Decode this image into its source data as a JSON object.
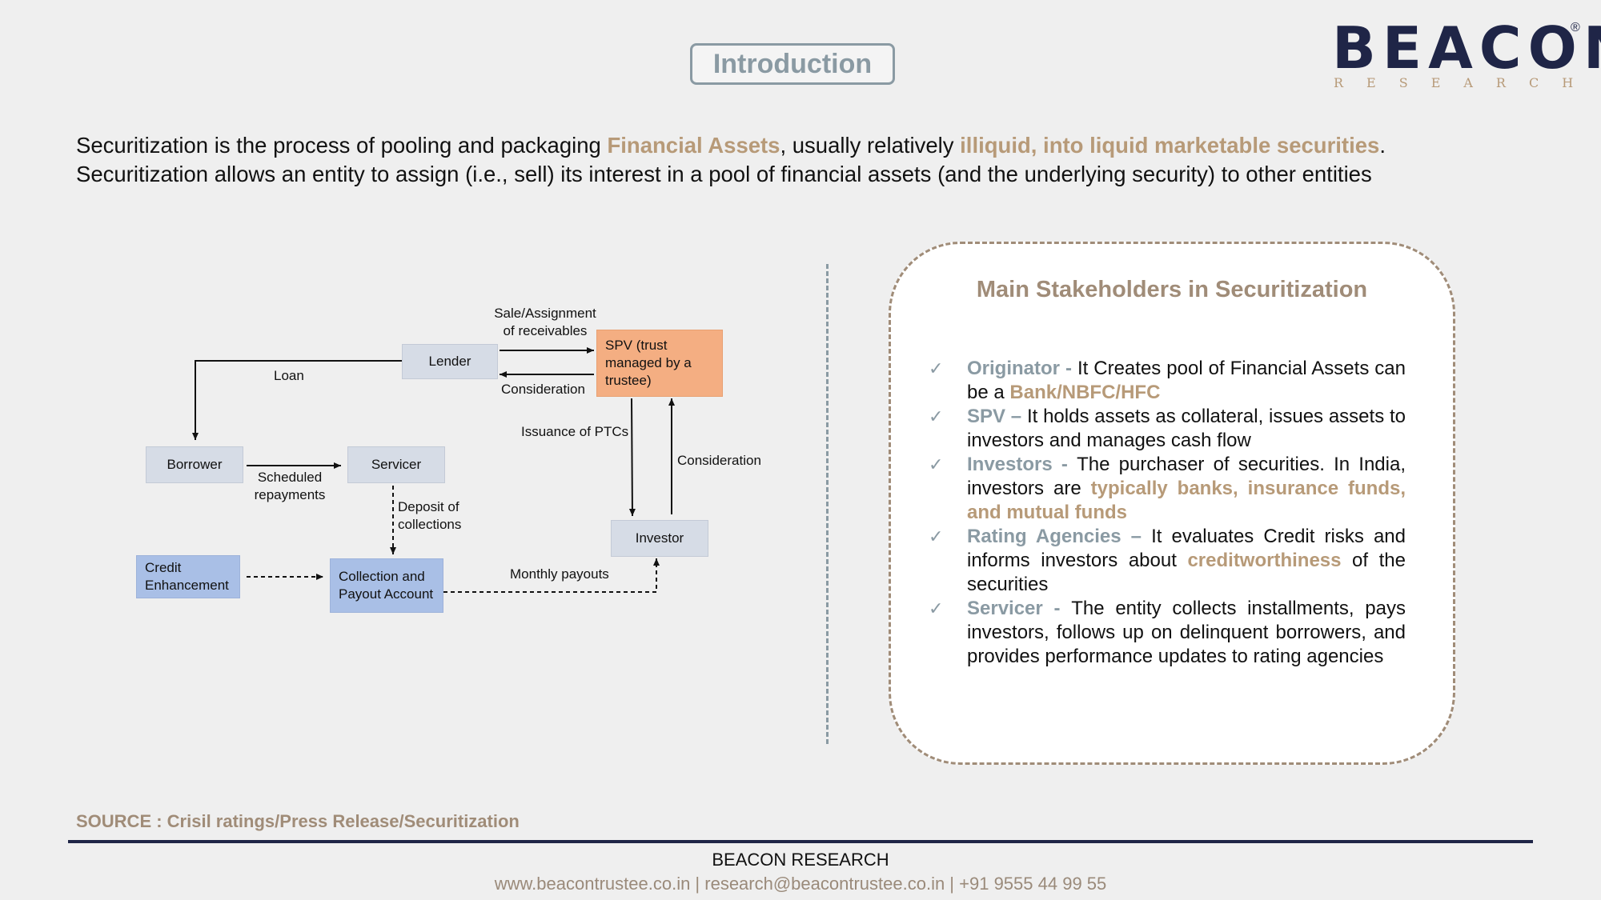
{
  "header": {
    "title": "Introduction"
  },
  "logo": {
    "word": "BEACON",
    "sub": "RESEARCH",
    "reg": "®"
  },
  "intro": {
    "l1_a": "Securitization is the process of pooling and packaging ",
    "l1_hl1": "Financial Assets",
    "l1_b": ", usually relatively ",
    "l1_hl2": "illiquid, into liquid marketable securities",
    "l1_c": ".",
    "l2": "Securitization allows an entity to assign (i.e., sell) its interest in a pool of financial assets (and the underlying security) to other entities"
  },
  "diagram": {
    "nodes": {
      "lender": "Lender",
      "spv": "SPV (trust managed by a trustee)",
      "borrower": "Borrower",
      "servicer": "Servicer",
      "investor": "Investor",
      "credit": "Credit Enhancement",
      "collection": "Collection and Payout Account"
    },
    "labels": {
      "sale": "Sale/Assignment of receivables",
      "consideration1": "Consideration",
      "loan": "Loan",
      "scheduled": "Scheduled repayments",
      "issuance": "Issuance of PTCs",
      "consideration2": "Consideration",
      "deposit": "Deposit of collections",
      "monthly": "Monthly payouts"
    }
  },
  "stakeholders": {
    "title": "Main Stakeholders in Securitization",
    "check": "✓",
    "items": [
      {
        "term": "Originator - ",
        "text": "It Creates pool of Financial Assets can be a ",
        "hl": "Bank/NBFC/HFC",
        "after": ""
      },
      {
        "term": "SPV – ",
        "text": "It holds assets as collateral, issues assets to investors and manages cash flow",
        "hl": "",
        "after": ""
      },
      {
        "term": "Investors - ",
        "text": "The purchaser of securities. In India, investors are ",
        "hl": "typically banks, insurance funds, and mutual funds",
        "after": ""
      },
      {
        "term": "Rating Agencies – ",
        "text": "It evaluates Credit risks and informs investors about ",
        "hl": "creditworthiness",
        "after": " of the securities"
      },
      {
        "term": "Servicer - ",
        "text": "The entity collects installments, pays investors, follows up on delinquent borrowers, and provides performance updates to rating agencies",
        "hl": "",
        "after": ""
      }
    ]
  },
  "footer": {
    "source": "SOURCE : Crisil ratings/Press Release/Securitization",
    "org": "BEACON RESEARCH",
    "contact": "www.beacontrustee.co.in | research@beacontrustee.co.in | +91 9555 44 99 55"
  },
  "colors": {
    "accent": "#b79a78",
    "slate": "#8a9aa3",
    "navy": "#1f2547",
    "spv": "#f4ae82",
    "node": "#d6dce6",
    "blue": "#a9bfe6"
  }
}
